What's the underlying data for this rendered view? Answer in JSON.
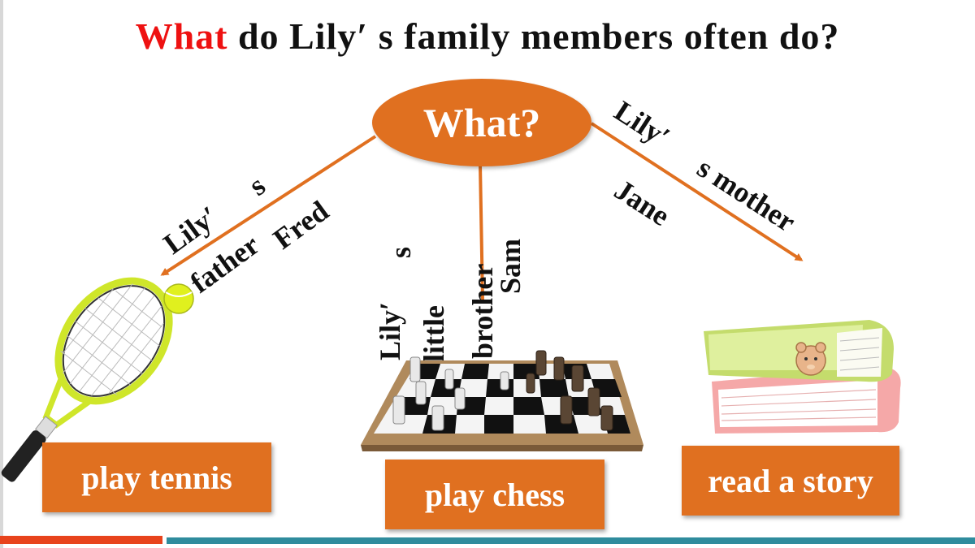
{
  "title": {
    "highlight": "What",
    "rest": " do Lily′  s family members often do?"
  },
  "center": {
    "label": "What?"
  },
  "branches": {
    "father": {
      "l1": "Lily′",
      "l2": "s",
      "l3": "father",
      "l4": "Fred"
    },
    "brother": {
      "l1": "Lily′",
      "l2": "s",
      "l3": "little",
      "l4": "brother",
      "l5": "Sam"
    },
    "mother": {
      "l1": "Lily′",
      "l2": "s mother",
      "l3": "Jane"
    }
  },
  "activities": {
    "tennis": "play tennis",
    "chess": "play chess",
    "story": "read a story"
  },
  "colors": {
    "accent": "#e07020",
    "title_highlight": "#ee1111",
    "bar_red": "#e8431c",
    "bar_teal": "#2f8c9d"
  },
  "icons": [
    "tennis-racket-icon",
    "tennis-ball-icon",
    "chess-board-icon",
    "books-icon"
  ]
}
